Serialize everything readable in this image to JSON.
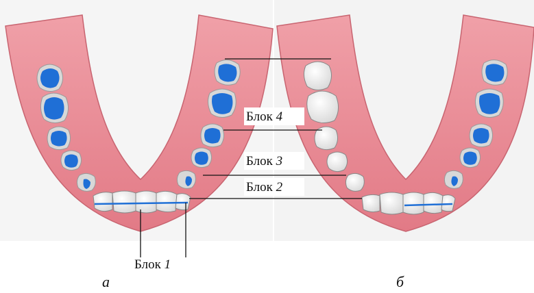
{
  "blocks": {
    "b1": {
      "text": "Блок",
      "num": "1"
    },
    "b2": {
      "text": "Блок",
      "num": "2"
    },
    "b3": {
      "text": "Блок",
      "num": "3"
    },
    "b4": {
      "text": "Блок",
      "num": "4"
    }
  },
  "captions": {
    "left": "а",
    "right": "б"
  },
  "colors": {
    "gum": "#e8858f",
    "gum_light": "#f3a9b0",
    "filled": "#1f6fd6",
    "tooth": "#f4f4f4"
  }
}
